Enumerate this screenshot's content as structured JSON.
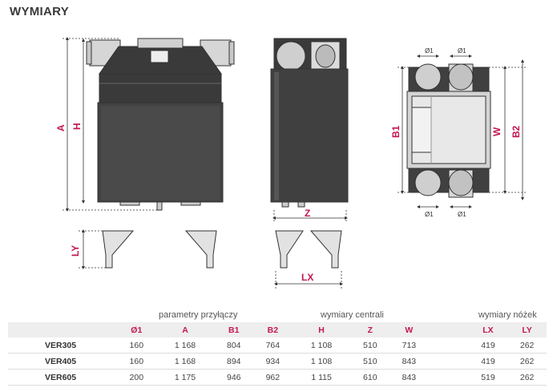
{
  "title": "WYMIARY",
  "drawing_labels": {
    "A": "A",
    "H": "H",
    "LY": "LY",
    "Z": "Z",
    "LX": "LX",
    "B1": "B1",
    "W": "W",
    "B2": "B2",
    "phi": "Ø"
  },
  "groups": {
    "connection": "parametry przyłączy",
    "unit": "wymiary centrali",
    "legs": "wymiary nóżek"
  },
  "table": {
    "headers": [
      "",
      "Ø1",
      "A",
      "B1",
      "B2",
      "H",
      "Z",
      "W",
      "",
      "LX",
      "LY"
    ],
    "rows": [
      [
        "VER305",
        "160",
        "1 168",
        "804",
        "764",
        "1 108",
        "510",
        "713",
        "",
        "419",
        "262"
      ],
      [
        "VER405",
        "160",
        "1 168",
        "894",
        "934",
        "1 108",
        "510",
        "843",
        "",
        "419",
        "262"
      ],
      [
        "VER605",
        "200",
        "1 175",
        "946",
        "962",
        "1 115",
        "610",
        "843",
        "",
        "519",
        "262"
      ]
    ]
  },
  "colors": {
    "accent": "#c4174f",
    "header_bg": "#eeeeee",
    "line": "#333333"
  }
}
